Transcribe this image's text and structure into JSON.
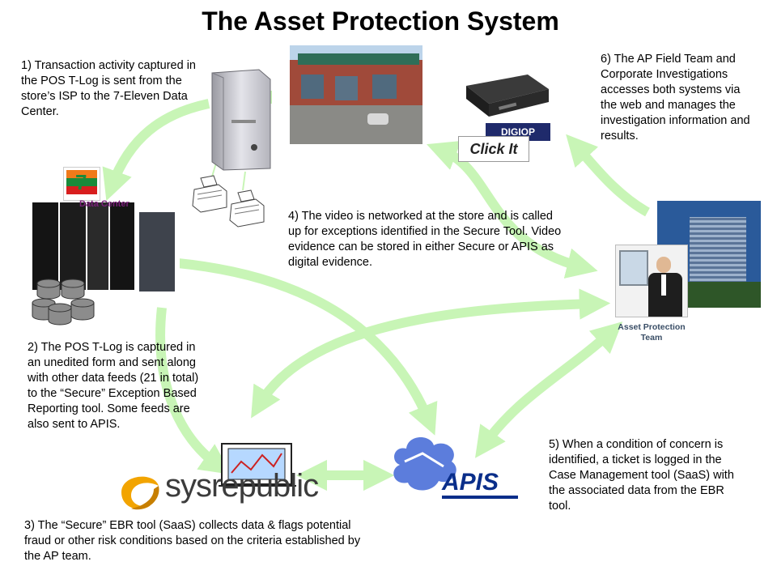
{
  "title": "The Asset Protection System",
  "steps": {
    "s1": "1) Transaction activity captured in the POS T-Log is sent from the store’s ISP to the 7-Eleven Data Center.",
    "s2": "2) The POS T-Log is captured in an unedited form and sent along with other data feeds (21 in total) to the “Secure” Exception Based Reporting tool.  Some feeds are also sent to APIS.",
    "s3": "3) The “Secure” EBR tool (SaaS) collects data & flags potential fraud or other risk conditions based on the criteria established by the AP team.",
    "s4": "4) The video is networked at the store and is called up for exceptions identified in the Secure Tool.  Video evidence can be stored in either Secure or APIS as digital evidence.",
    "s5": "5) When a condition of concern is identified, a ticket is logged in the Case Management tool (SaaS) with the associated data from the EBR tool.",
    "s6": "6) The AP Field Team and Corporate Investigations accesses both systems via the web and manages the investigation information and results."
  },
  "labels": {
    "data_center": "Data Center",
    "asset_protection_team": "Asset Protection Team"
  },
  "logos": {
    "sysrepublic": "sysrepublic",
    "apis": "APIS",
    "digiop": "DIGIOP",
    "clickit": "Click It",
    "seven_eleven": "7 ELEVEN"
  },
  "colors": {
    "arrow": "#c8f5b6",
    "seven_green": "#1a8a3a",
    "seven_orange": "#f07a1a",
    "seven_red": "#d81e1e",
    "apis_blue": "#0a2e8a",
    "digiop_navy": "#1f2a6b"
  }
}
